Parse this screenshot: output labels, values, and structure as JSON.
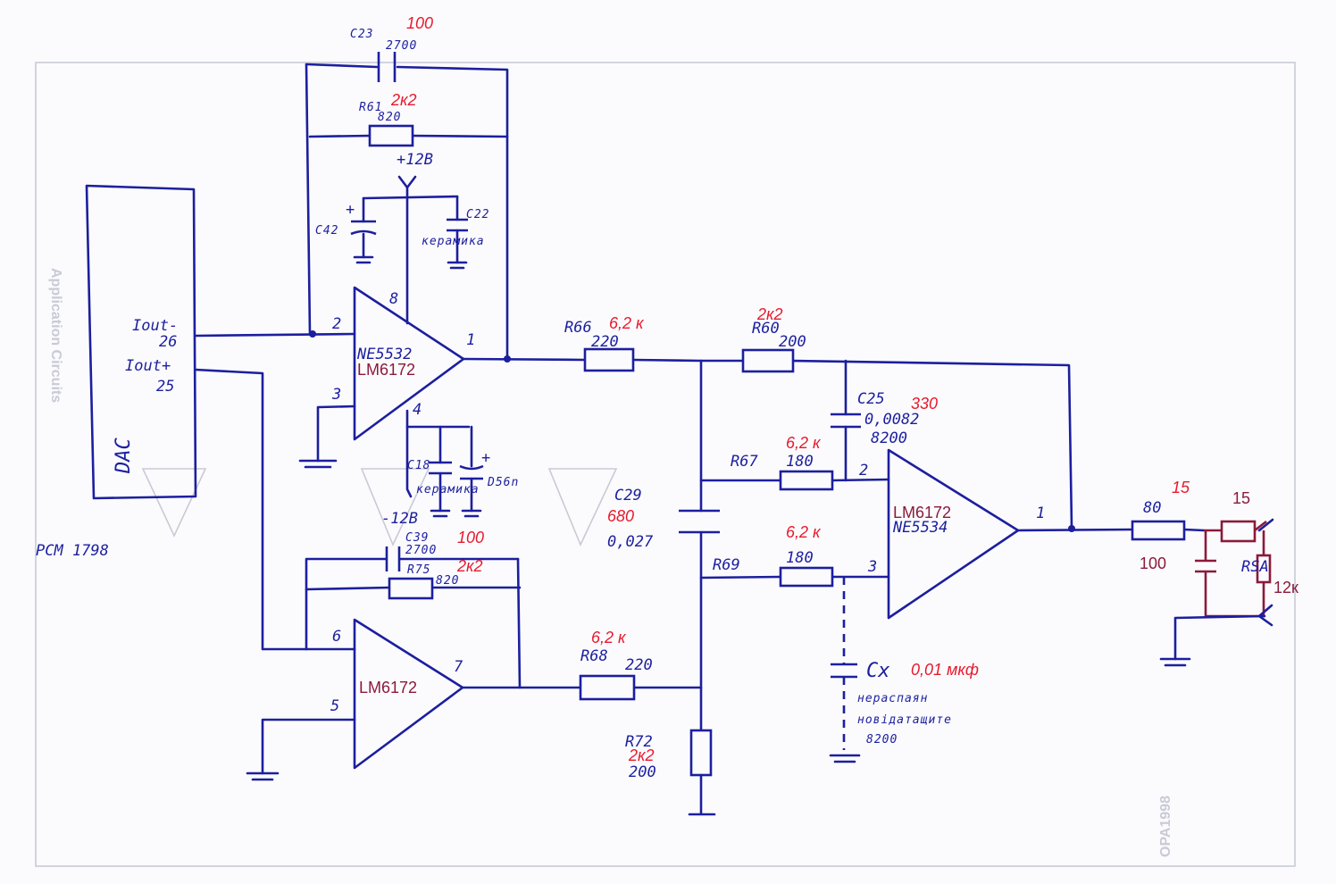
{
  "dac": {
    "label": "DAC",
    "pin26": "Iout-\n26",
    "pin25": "Iout+\n25",
    "part": "PCM  1798"
  },
  "supply": {
    "pos": "+12B",
    "neg": "-12B"
  },
  "caps": {
    "c23": {
      "name": "C23",
      "orig": "2700",
      "new": "100"
    },
    "c42": {
      "name": "C42"
    },
    "c22": {
      "name": "C22",
      "note": "керамика"
    },
    "c18": {
      "name": "C18",
      "note": "керамика",
      "note2": "D56n"
    },
    "c39": {
      "name": "C39",
      "orig": "2700",
      "new": "100"
    },
    "c25": {
      "name": "C25",
      "orig": "0,0082",
      "orig2": "8200",
      "new": "330"
    },
    "c29": {
      "name": "C29",
      "orig": "0,027",
      "new": "680"
    },
    "cx": {
      "name": "Cx",
      "new": "0,01 мкф",
      "note1": "нераспаян",
      "note2": "новідатащите",
      "note3": "8200"
    }
  },
  "resistors": {
    "r61": {
      "name": "R61",
      "orig": "820",
      "new": "2к2"
    },
    "r75": {
      "name": "R75",
      "orig": "820",
      "new": "2к2"
    },
    "r66": {
      "name": "R66",
      "orig": "220",
      "new": "6,2 к"
    },
    "r68": {
      "name": "R68",
      "orig": "220",
      "new": "6,2 к"
    },
    "r60": {
      "name": "R60",
      "orig": "200",
      "new": "2к2"
    },
    "r67": {
      "name": "R67",
      "orig": "180",
      "new": "6,2 к"
    },
    "r69": {
      "name": "R69",
      "orig": "180",
      "new": "6,2 к"
    },
    "r72": {
      "name": "R72",
      "orig": "200",
      "new": "2к2"
    },
    "rout": {
      "orig": "80",
      "new": "15",
      "new2": "100"
    },
    "rsa": {
      "name": "RSA",
      "new": "15",
      "new2": "12к"
    }
  },
  "opamps": {
    "u1": {
      "orig": "NE5532",
      "new": "LM6172",
      "p8": "8",
      "p2": "2",
      "p3": "3",
      "p1": "1",
      "p4": "4"
    },
    "u2": {
      "new": "LM6172",
      "p6": "6",
      "p5": "5",
      "p7": "7"
    },
    "u3": {
      "new": "LM6172",
      "orig": "NE5534",
      "p2": "2",
      "p3": "3",
      "p1": "1"
    }
  },
  "colors": {
    "ink": "#1c1f9e",
    "annotation": "#e8192c",
    "chip": "#8b1a3a",
    "modwire": "#8b1a3a"
  }
}
